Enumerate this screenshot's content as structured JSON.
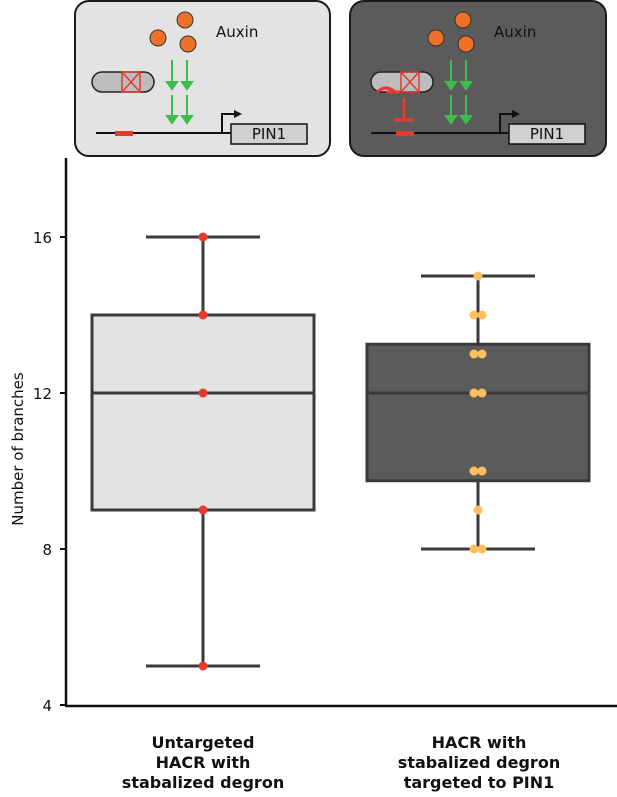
{
  "chart_data": {
    "type": "box",
    "ylabel": "Number of branches",
    "ylim": [
      4,
      17
    ],
    "yticks": [
      4,
      8,
      12,
      16
    ],
    "categories": [
      "Untargeted\nHACR with\nstabalized degron",
      "HACR with\nstabalized degron\ntargeted to PIN1"
    ],
    "boxes": [
      {
        "whisker_low": 5,
        "q1": 9,
        "median": 12,
        "q3": 14,
        "whisker_high": 16,
        "points": [
          16,
          14,
          12,
          9,
          5
        ],
        "fill": "#e3e3e3",
        "point_color": "#e63a2e"
      },
      {
        "whisker_low": 8,
        "q1": 9.75,
        "median": 12,
        "q3": 13.25,
        "whisker_high": 15,
        "points": [
          15,
          14,
          14,
          13,
          13,
          12,
          12,
          10,
          10,
          9,
          8,
          8
        ],
        "fill": "#5b5b5b",
        "point_color": "#ffbf5e"
      }
    ]
  },
  "diagram": {
    "auxin_label": "Auxin",
    "gene_label": "PIN1",
    "panel_colors": [
      "#e3e3e3",
      "#5b5b5b"
    ],
    "auxin_color": "#f0702a",
    "arrow_color": "#3dbd4a",
    "degron_color": "#e63a2e"
  }
}
